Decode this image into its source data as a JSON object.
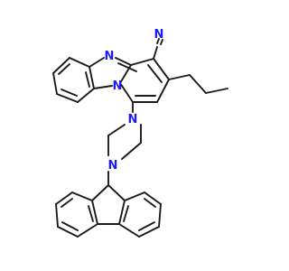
{
  "colors": {
    "bond": "#1a1a1a",
    "nitrogen": "#1a1aff",
    "background": "#ffffff"
  },
  "atoms": {
    "n_nitrile": "N",
    "n_imidazole": "N",
    "n_bridge": "N",
    "n_piperazine_top": "N",
    "n_piperazine_bottom": "N"
  }
}
